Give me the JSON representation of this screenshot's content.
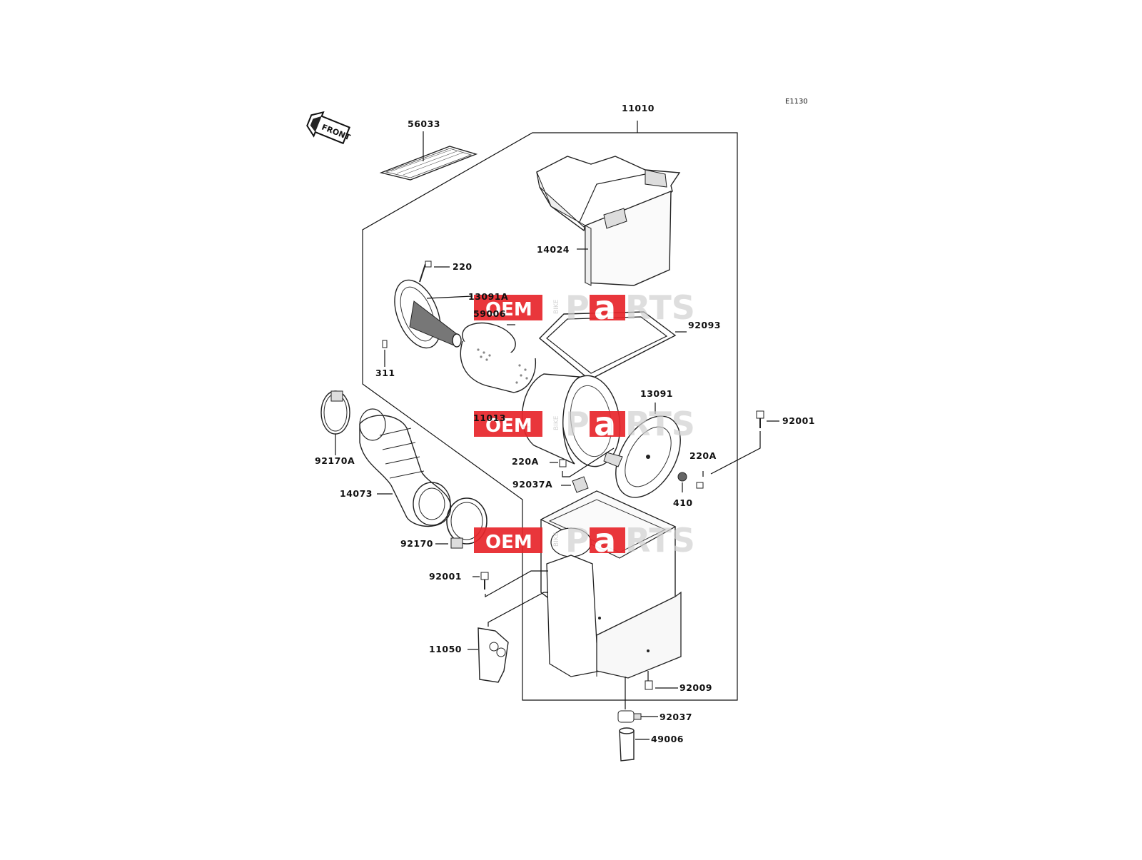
{
  "diagram_code": "E1130",
  "front_marker": "FRONT",
  "watermark": {
    "oem": "OEM",
    "bike": "BIKE",
    "p": "P",
    "a": "a",
    "rts": "RTS"
  },
  "part_labels": {
    "p11010": "11010",
    "p56033": "56033",
    "p14024": "14024",
    "p220": "220",
    "p13091A": "13091A",
    "p59006": "59006",
    "p92093": "92093",
    "p311": "311",
    "p13091": "13091",
    "p92001_right": "92001",
    "p11013": "11013",
    "p92170A": "92170A",
    "p220A_left": "220A",
    "p220A_right": "220A",
    "p92037A": "92037A",
    "p410": "410",
    "p14073": "14073",
    "p92170": "92170",
    "p92001_left": "92001",
    "p11050": "11050",
    "p92009": "92009",
    "p92037": "92037",
    "p49006": "49006"
  },
  "colors": {
    "watermark_red": "#e8262b",
    "line": "#111111",
    "watermark_gray": "#cfcfcf"
  }
}
